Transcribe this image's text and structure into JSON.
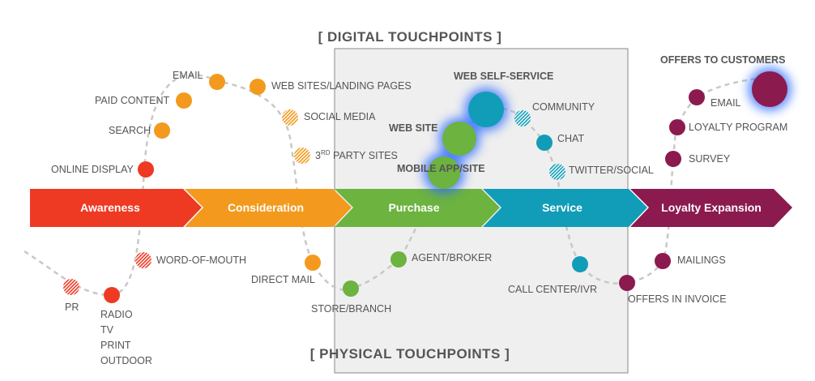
{
  "headers": {
    "digital": "[ DIGITAL TOUCHPOINTS ]",
    "physical": "[ PHYSICAL TOUCHPOINTS ]"
  },
  "stages": [
    {
      "label": "Awareness",
      "color": "#ee3a23"
    },
    {
      "label": "Consideration",
      "color": "#f39a1e"
    },
    {
      "label": "Purchase",
      "color": "#6cb33f"
    },
    {
      "label": "Service",
      "color": "#119db8"
    },
    {
      "label": "Loyalty Expansion",
      "color": "#8b1a4f"
    }
  ],
  "touchpoints": {
    "online_display": "ONLINE DISPLAY",
    "search": "SEARCH",
    "paid_content": "PAID CONTENT",
    "email_awareness": "EMAIL",
    "web_sites_landing": "WEB SITES/LANDING PAGES",
    "social_media": "SOCIAL MEDIA",
    "third_party_prefix": "3",
    "third_party_sup": "RD",
    "third_party_rest": " PARTY SITES",
    "web_self_service": "WEB SELF-SERVICE",
    "web_site": "WEB SITE",
    "mobile_app": "MOBILE APP/SITE",
    "community": "COMMUNITY",
    "chat": "CHAT",
    "twitter_social": "TWITTER/SOCIAL",
    "offers_to_customers": "OFFERS TO CUSTOMERS",
    "email_loyalty": "EMAIL",
    "loyalty_program": "LOYALTY PROGRAM",
    "survey": "SURVEY",
    "word_of_mouth": "WORD-OF-MOUTH",
    "pr": "PR",
    "radio": "RADIO",
    "tv": "TV",
    "print": "PRINT",
    "outdoor": "OUTDOOR",
    "direct_mail": "DIRECT MAIL",
    "store_branch": "STORE/BRANCH",
    "agent_broker": "AGENT/BROKER",
    "call_center": "CALL CENTER/IVR",
    "offers_in_invoice": "OFFERS IN INVOICE",
    "mailings": "MAILINGS"
  },
  "colors": {
    "awareness": "#ee3a23",
    "consideration": "#f39a1e",
    "purchase": "#6cb33f",
    "service": "#119db8",
    "loyalty": "#8b1a4f",
    "highlight_panel": "#efefef",
    "path": "#c8c8c8",
    "glow": "#2f6bff"
  }
}
